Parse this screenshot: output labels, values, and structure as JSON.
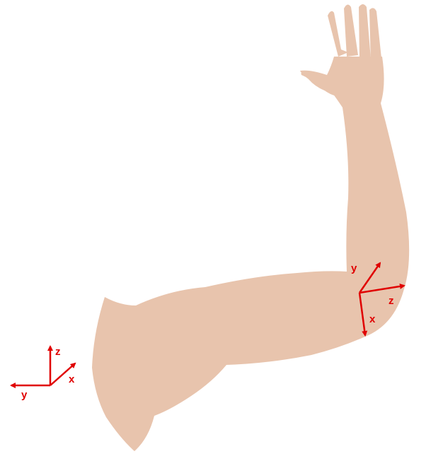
{
  "colors": {
    "skin": "#e8c4ad",
    "axis": "#e00000",
    "background": "#ffffff"
  },
  "elbow_frame": {
    "x_label": "x",
    "y_label": "y",
    "z_label": "z"
  },
  "global_frame": {
    "x_label": "x",
    "y_label": "y",
    "z_label": "z"
  }
}
